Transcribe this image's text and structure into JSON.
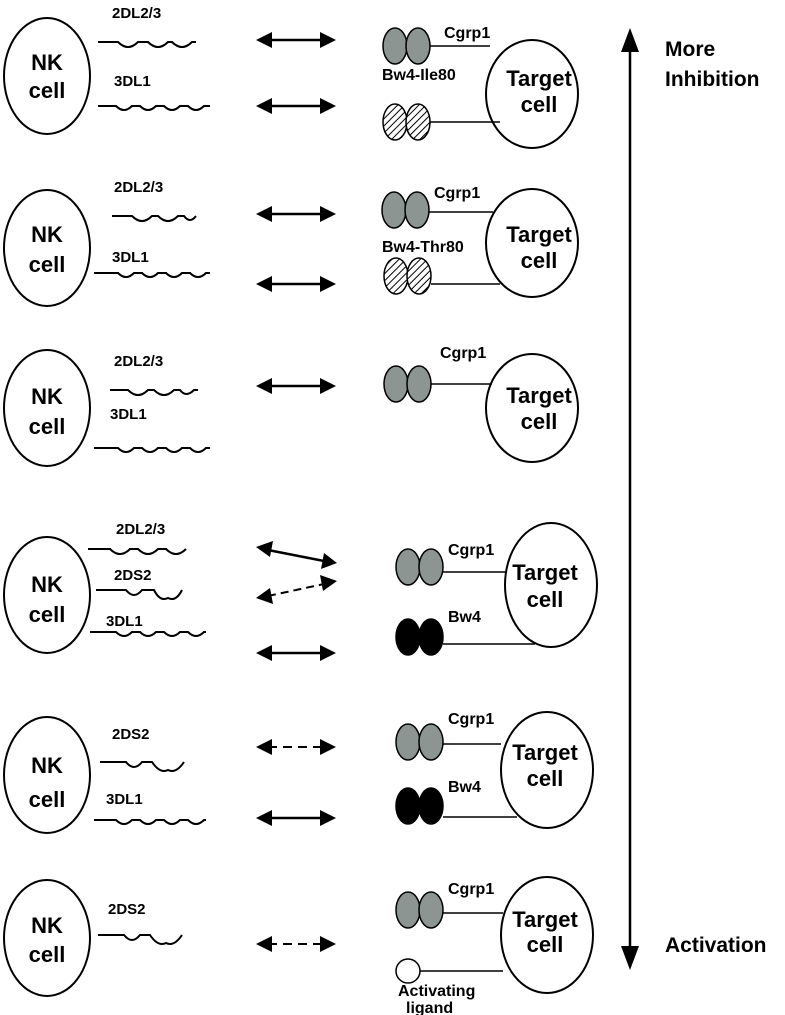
{
  "cell_labels": {
    "nk_line1": "NK",
    "nk_line2": "cell",
    "target_line1": "Target",
    "target_line2": "cell"
  },
  "axis": {
    "top_line1": "More",
    "top_line2": "Inhibition",
    "bottom": "Activation"
  },
  "panels": [
    {
      "receptors": [
        "2DL2/3",
        "3DL1"
      ],
      "ligands": [
        "Cgrp1",
        "Bw4-Ile80"
      ],
      "arrows": [
        "solid",
        "solid"
      ],
      "ligand_styles": [
        "gray",
        "hatched"
      ]
    },
    {
      "receptors": [
        "2DL2/3",
        "3DL1"
      ],
      "ligands": [
        "Cgrp1",
        "Bw4-Thr80"
      ],
      "arrows": [
        "solid",
        "solid"
      ],
      "ligand_styles": [
        "gray",
        "hatched"
      ]
    },
    {
      "receptors": [
        "2DL2/3",
        "3DL1"
      ],
      "ligands": [
        "Cgrp1"
      ],
      "arrows": [
        "solid"
      ],
      "ligand_styles": [
        "gray"
      ]
    },
    {
      "receptors": [
        "2DL2/3",
        "2DS2",
        "3DL1"
      ],
      "ligands": [
        "Cgrp1",
        "Bw4"
      ],
      "arrows": [
        "solid-diagonal",
        "dashed-diagonal",
        "solid"
      ],
      "ligand_styles": [
        "gray",
        "black"
      ]
    },
    {
      "receptors": [
        "2DS2",
        "3DL1"
      ],
      "ligands": [
        "Cgrp1",
        "Bw4"
      ],
      "arrows": [
        "dashed",
        "solid"
      ],
      "ligand_styles": [
        "gray",
        "black"
      ]
    },
    {
      "receptors": [
        "2DS2"
      ],
      "ligands": [
        "Cgrp1",
        "Activating ligand"
      ],
      "ligand_text_lines": [
        "Activating",
        "ligand"
      ],
      "arrows": [
        "dashed"
      ],
      "ligand_styles": [
        "gray",
        "open-circle"
      ]
    }
  ]
}
